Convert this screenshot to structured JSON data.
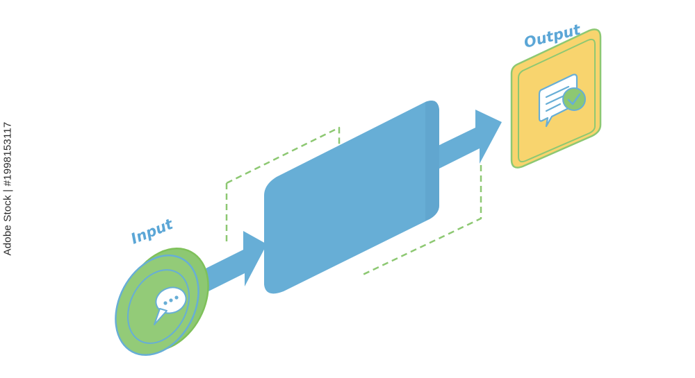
{
  "diagram": {
    "input_label": "Input",
    "output_label": "Output"
  },
  "side_caption": "Adobe Stock | #1998153117",
  "colors": {
    "blue": "#67AED6",
    "label_blue": "#5BA6D6",
    "green": "#8DC872",
    "green_stroke": "#7FC15A",
    "yellow": "#F8D46E",
    "white": "#FFFFFF"
  },
  "icons": {
    "input": "chat-bubble-typing-icon",
    "output": "chat-message-check-icon"
  }
}
